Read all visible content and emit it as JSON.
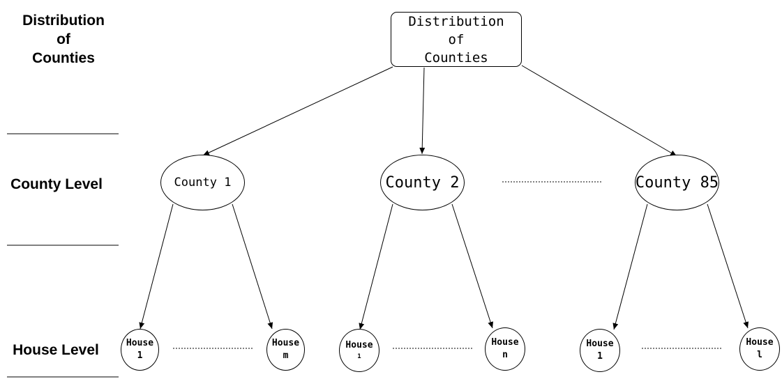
{
  "side_labels": {
    "distribution": [
      "Distribution",
      "of",
      "Counties"
    ],
    "county_level": "County Level",
    "house_level": "House Level"
  },
  "root": [
    "Distribution",
    "of",
    "Counties"
  ],
  "counties": {
    "c1": "County 1",
    "c2": "County 2",
    "c3": "County 85"
  },
  "houses": {
    "c1_a": [
      "House",
      "1"
    ],
    "c1_b": [
      "House",
      "m"
    ],
    "c2_a": [
      "House",
      "1"
    ],
    "c2_b": [
      "House",
      "n"
    ],
    "c3_a": [
      "House",
      "1"
    ],
    "c3_b": [
      "House",
      "l"
    ]
  },
  "colors": {
    "stroke": "#000000",
    "background": "#ffffff"
  }
}
